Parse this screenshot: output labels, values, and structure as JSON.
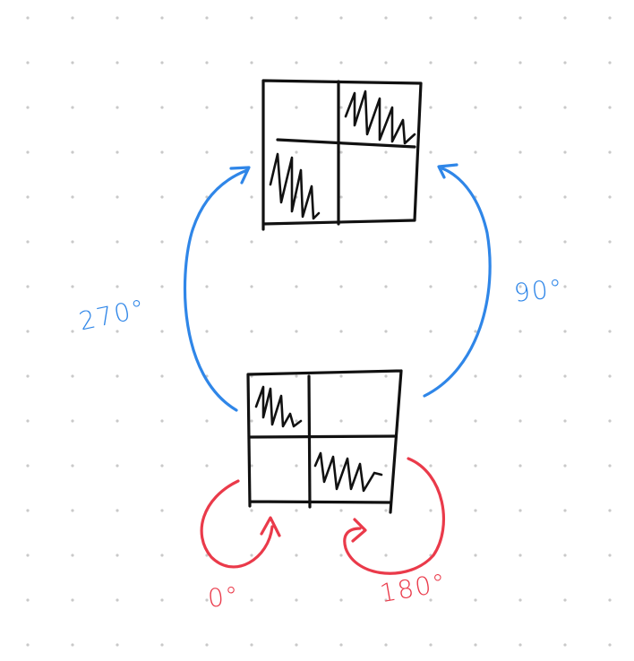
{
  "colors": {
    "background": "#ffffff",
    "ink": "#111111",
    "grid_dot": "#c9c9c9",
    "blue": "#2f86e8",
    "red": "#ea3a4a"
  },
  "labels": {
    "rotation_270": "270°",
    "rotation_90": "90°",
    "rotation_0": "0°",
    "rotation_180": "180°"
  }
}
